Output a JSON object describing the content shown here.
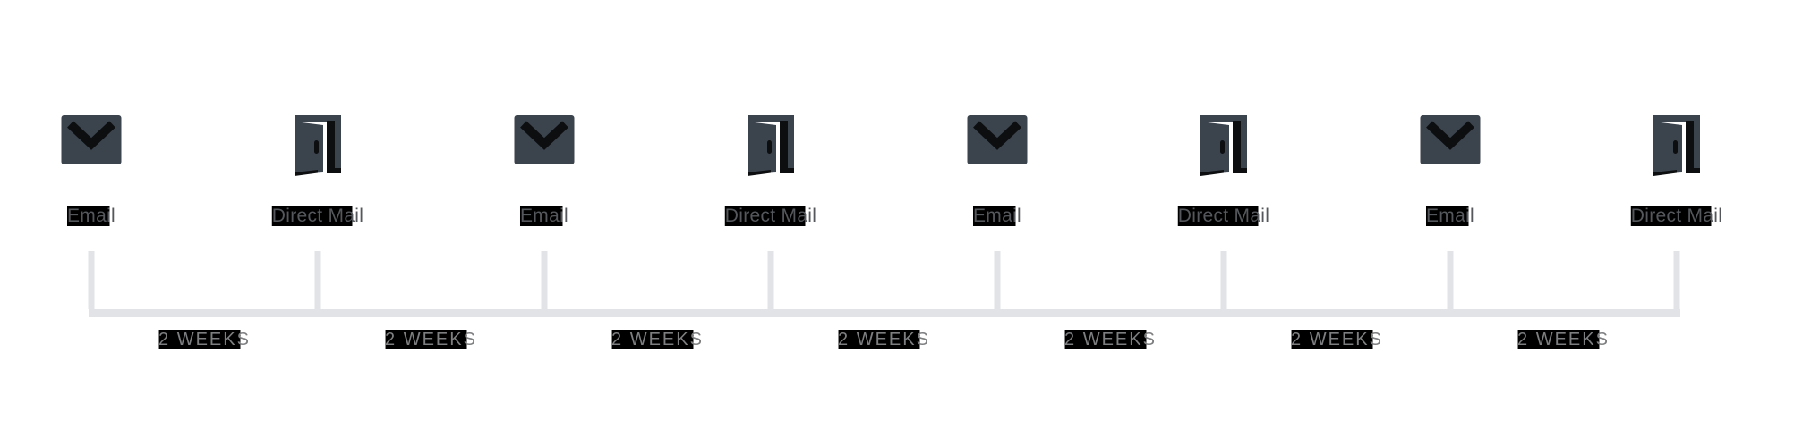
{
  "canvas": {
    "background": "#ffffff"
  },
  "colors": {
    "icon_fill": "#3b434d",
    "icon_accent": "#0c0e10",
    "track": "#e2e3e7",
    "station_label_text": "#54575b",
    "interval_label_text": "#7d7e80",
    "label_highlight": "#000000"
  },
  "timeline": {
    "stations": [
      {
        "type": "email",
        "icon": "envelope-icon",
        "label": "Email"
      },
      {
        "type": "direct-mail",
        "icon": "door-open-icon",
        "label": "Direct Mail"
      },
      {
        "type": "email",
        "icon": "envelope-icon",
        "label": "Email"
      },
      {
        "type": "direct-mail",
        "icon": "door-open-icon",
        "label": "Direct Mail"
      },
      {
        "type": "email",
        "icon": "envelope-icon",
        "label": "Email"
      },
      {
        "type": "direct-mail",
        "icon": "door-open-icon",
        "label": "Direct Mail"
      },
      {
        "type": "email",
        "icon": "envelope-icon",
        "label": "Email"
      },
      {
        "type": "direct-mail",
        "icon": "door-open-icon",
        "label": "Direct Mail"
      }
    ],
    "intervals": [
      {
        "label": "2 WEEKS"
      },
      {
        "label": "2 WEEKS"
      },
      {
        "label": "2 WEEKS"
      },
      {
        "label": "2 WEEKS"
      },
      {
        "label": "2 WEEKS"
      },
      {
        "label": "2 WEEKS"
      },
      {
        "label": "2 WEEKS"
      }
    ]
  }
}
